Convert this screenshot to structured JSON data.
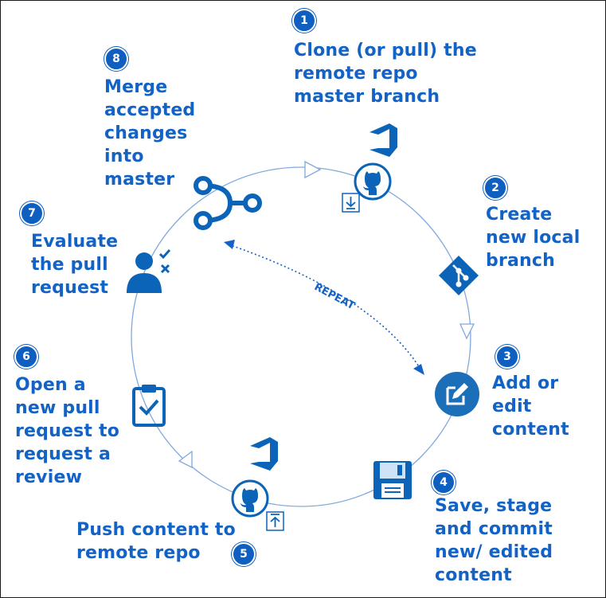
{
  "steps": [
    {
      "number": "1",
      "label": "Clone (or pull) the\nremote repo\nmaster branch"
    },
    {
      "number": "2",
      "label": "Create\nnew local\nbranch"
    },
    {
      "number": "3",
      "label": "Add or\nedit\ncontent"
    },
    {
      "number": "4",
      "label": "Save, stage\nand commit\nnew/ edited\ncontent"
    },
    {
      "number": "5",
      "label": "Push content to\nremote repo"
    },
    {
      "number": "6",
      "label": "Open a\nnew pull\nrequest to\nrequest a\nreview"
    },
    {
      "number": "7",
      "label": "Evaluate\nthe pull\nrequest"
    },
    {
      "number": "8",
      "label": "Merge\naccepted\nchanges\ninto\nmaster"
    }
  ],
  "cycle_label": "REPEAT",
  "icons": {
    "step1": [
      "azure-devops-icon",
      "github-icon",
      "download-icon"
    ],
    "step2": "git-icon",
    "step3": "edit-icon",
    "step4": "save-icon",
    "step5": [
      "azure-devops-icon",
      "github-icon",
      "upload-icon"
    ],
    "step6": "clipboard-check-icon",
    "step7": "reviewer-icon",
    "step8": "merge-icon"
  },
  "colors": {
    "accent": "#1363c6",
    "badge": "#0e5fc0",
    "ring": "#7fa9dd",
    "icon_dark": "#0b64b8"
  }
}
